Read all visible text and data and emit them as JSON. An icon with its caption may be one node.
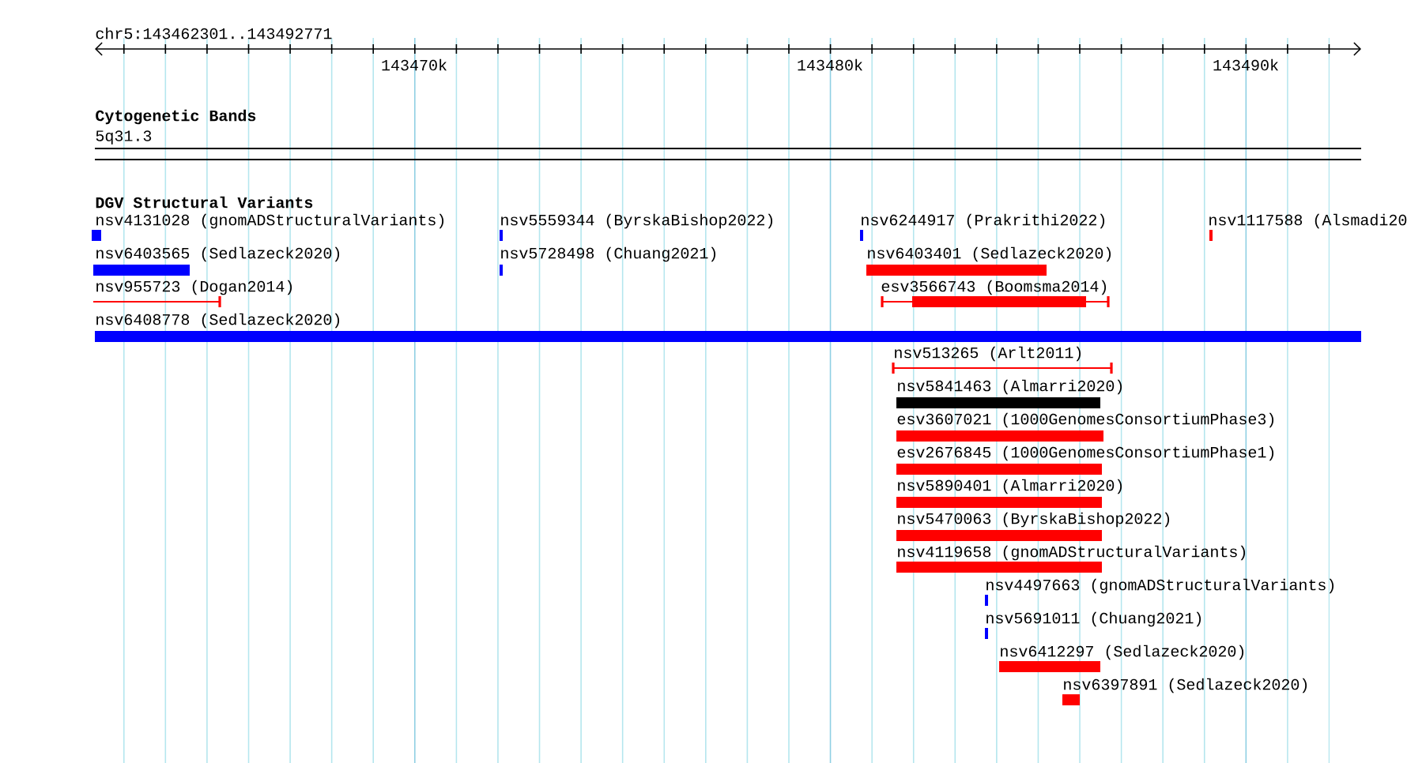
{
  "diagram": {
    "labels": [
      "chr5:143462301..143492771",
      "143470k",
      "143480k",
      "143490k",
      "Cytogenetic Bands",
      "5q31.3",
      "DGV Structural Variants",
      "nsv4131028 (gnomADStructuralVariants)",
      "nsv5559344 (ByrskaBishop2022)",
      "nsv6244917 (Prakrithi2022)",
      "nsv1117588 (Alsmadi20",
      "nsv6403565 (Sedlazeck2020)",
      "nsv5728498 (Chuang2021)",
      "nsv6403401 (Sedlazeck2020)",
      "nsv955723 (Dogan2014)",
      "esv3566743 (Boomsma2014)",
      "nsv6408778 (Sedlazeck2020)",
      "nsv513265 (Arlt2011)",
      "nsv5841463 (Almarri2020)",
      "esv3607021 (1000GenomesConsortiumPhase3)",
      "esv2676845 (1000GenomesConsortiumPhase1)",
      "nsv5890401 (Almarri2020)",
      "nsv5470063 (ByrskaBishop2022)",
      "nsv4119658 (gnomADStructuralVariants)",
      "nsv4497663 (gnomADStructuralVariants)",
      "nsv5691011 (Chuang2021)",
      "nsv6412297 (Sedlazeck2020)",
      "nsv6397891 (Sedlazeck2020)"
    ]
  }
}
